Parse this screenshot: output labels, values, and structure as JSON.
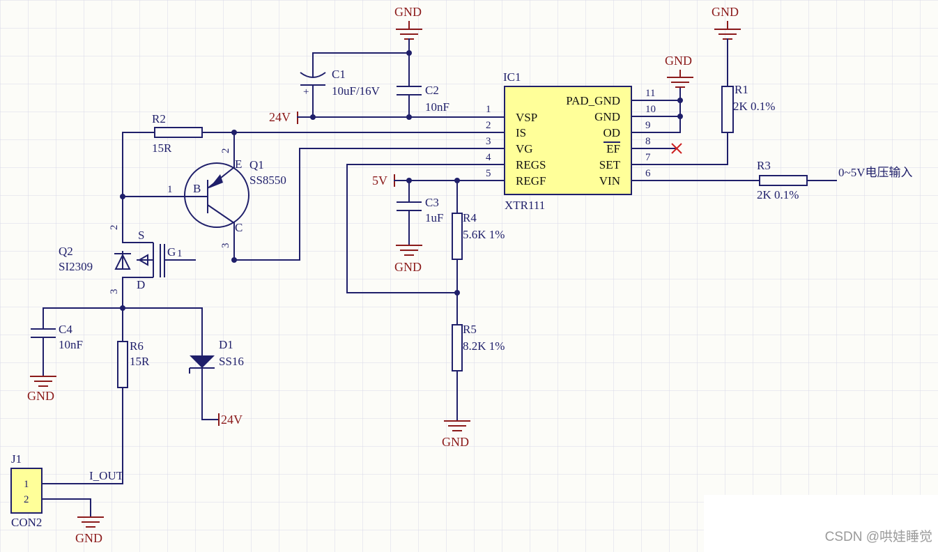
{
  "ic": {
    "designator": "IC1",
    "part": "XTR111",
    "left_pins": [
      {
        "num": "1",
        "name": "VSP"
      },
      {
        "num": "2",
        "name": "IS"
      },
      {
        "num": "3",
        "name": "VG"
      },
      {
        "num": "4",
        "name": "REGS"
      },
      {
        "num": "5",
        "name": "REGF"
      }
    ],
    "right_pins": [
      {
        "num": "11",
        "name": "PAD_GND"
      },
      {
        "num": "10",
        "name": "GND"
      },
      {
        "num": "9",
        "name": "OD"
      },
      {
        "num": "8",
        "name": "EF"
      },
      {
        "num": "7",
        "name": "SET"
      },
      {
        "num": "6",
        "name": "VIN"
      }
    ],
    "body_color": "#ffff99"
  },
  "components": {
    "c1": {
      "ref": "C1",
      "value": "10uF/16V"
    },
    "c2": {
      "ref": "C2",
      "value": "10nF"
    },
    "c3": {
      "ref": "C3",
      "value": "1uF"
    },
    "c4": {
      "ref": "C4",
      "value": "10nF"
    },
    "r1": {
      "ref": "R1",
      "value": "2K 0.1%"
    },
    "r2": {
      "ref": "R2",
      "value": "15R"
    },
    "r3": {
      "ref": "R3",
      "value": "2K 0.1%"
    },
    "r4": {
      "ref": "R4",
      "value": "5.6K 1%"
    },
    "r5": {
      "ref": "R5",
      "value": "8.2K 1%"
    },
    "r6": {
      "ref": "R6",
      "value": "15R"
    },
    "q1": {
      "ref": "Q1",
      "value": "SS8550",
      "pin_b": "B",
      "pin_e": "E",
      "pin_c": "C",
      "num_e": "2",
      "num_b": "1",
      "num_c": "3"
    },
    "q2": {
      "ref": "Q2",
      "value": "SI2309",
      "pin_s": "S",
      "pin_d": "D",
      "pin_g": "G",
      "num_s": "2",
      "num_d": "3",
      "num_g": "1"
    },
    "d1": {
      "ref": "D1",
      "value": "SS16"
    },
    "j1": {
      "ref": "J1",
      "value": "CON2",
      "pin1": "1",
      "pin2": "2"
    }
  },
  "power": {
    "gnd": "GND",
    "v24": "24V",
    "v5": "5V",
    "c1_plus": "+"
  },
  "nets": {
    "i_out": "I_OUT",
    "input": "0~5V电压输入"
  },
  "watermark": "CSDN @哄娃睡觉",
  "colors": {
    "wire": "#1f1f6a",
    "power_label": "#8b1a1a",
    "grid": "#d8d8e8",
    "j1_body": "#ffff99"
  }
}
